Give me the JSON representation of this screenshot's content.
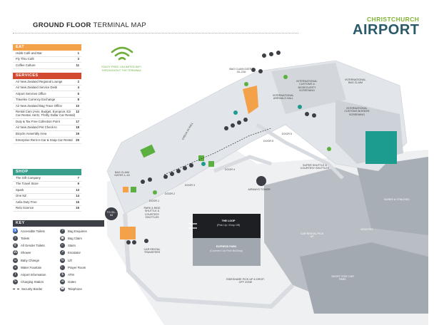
{
  "header": {
    "title_bold": "GROUND FLOOR",
    "title_rest": " TERMINAL MAP",
    "logo_top": "CHRISTCHURCH",
    "logo_main": "AIRPORT"
  },
  "legend": {
    "eat": {
      "heading": "EAT",
      "items": [
        {
          "name": "Hubb Café and Bar",
          "num": "1"
        },
        {
          "name": "Fly Thru Café",
          "num": "3"
        },
        {
          "name": "Coffee Culture",
          "num": "11"
        }
      ]
    },
    "services": {
      "heading": "SERVICES",
      "items": [
        {
          "name": "Air New Zealand Regional Lounge",
          "num": "2"
        },
        {
          "name": "Air New Zealand Service Desk",
          "num": "4"
        },
        {
          "name": "Airport Services Office",
          "num": "5"
        },
        {
          "name": "Travelex Currency Exchange",
          "num": "8"
        },
        {
          "name": "Air New Zealand Bag Trace Office",
          "num": "10"
        },
        {
          "name": "Rental Cars (Avis, Budget, Europcar, Ezi Car Rental, Hertz, Thrifty Dollar Car Rental)",
          "num": "12"
        },
        {
          "name": "Duty & Tax Free Collection Point",
          "num": "17"
        },
        {
          "name": "Air New Zealand Pet Check-In",
          "num": "18"
        },
        {
          "name": "Bicycle Assembly Area",
          "num": "19"
        },
        {
          "name": "Enterprise Rent-A-Car & Snap Car Rental",
          "num": "20"
        }
      ]
    },
    "shop": {
      "heading": "SHOP",
      "items": [
        {
          "name": "The Gift Company",
          "num": "7"
        },
        {
          "name": "The Travel Store",
          "num": "9"
        },
        {
          "name": "Spark",
          "num": "13"
        },
        {
          "name": "One NZ",
          "num": "14"
        },
        {
          "name": "Aelia Duty Free",
          "num": "15"
        },
        {
          "name": "Relo Science",
          "num": "16"
        }
      ]
    },
    "key": {
      "heading": "KEY",
      "items": [
        {
          "label": "Accessible Toilets",
          "icon": "accessible-toilet-icon",
          "glyph": "♿"
        },
        {
          "label": "Bag Enquiries",
          "icon": "bag-enquiries-icon",
          "glyph": "?"
        },
        {
          "label": "Toilets",
          "icon": "toilets-icon",
          "glyph": "♀"
        },
        {
          "label": "Bag Claim",
          "icon": "bag-claim-icon",
          "glyph": "▣"
        },
        {
          "label": "All Gender Toilets",
          "icon": "all-gender-toilets-icon",
          "glyph": "⚥"
        },
        {
          "label": "Stairs",
          "icon": "stairs-icon",
          "glyph": "⌐"
        },
        {
          "label": "Shower",
          "icon": "shower-icon",
          "glyph": "⁂"
        },
        {
          "label": "Escalator",
          "icon": "escalator-icon",
          "glyph": "↗"
        },
        {
          "label": "Baby Change",
          "icon": "baby-change-icon",
          "glyph": "☺"
        },
        {
          "label": "Lift",
          "icon": "lift-icon",
          "glyph": "⇅"
        },
        {
          "label": "Water Fountain",
          "icon": "water-fountain-icon",
          "glyph": "◒"
        },
        {
          "label": "Prayer Room",
          "icon": "prayer-room-icon",
          "glyph": "☾"
        },
        {
          "label": "Airport Information",
          "icon": "information-icon",
          "glyph": "i"
        },
        {
          "label": "ATM",
          "icon": "atm-icon",
          "glyph": "$"
        },
        {
          "label": "Charging Station",
          "icon": "charging-station-icon",
          "glyph": "ϟ"
        },
        {
          "label": "Gates",
          "icon": "gates-icon",
          "glyph": "➔"
        },
        {
          "label": "Security Border",
          "icon": "security-border-icon",
          "glyph": ""
        },
        {
          "label": "Telephone",
          "icon": "telephone-icon",
          "glyph": "☎"
        }
      ]
    }
  },
  "wifi": {
    "text": "ENJOY FREE, UNLIMITED WIFI THROUGHOUT THE TERMINAL"
  },
  "map_labels": {
    "bag_claim_upper": "BAG CLAIM GATES 16–22A",
    "intl_arrivals": "INTERNATIONAL ARRIVALS HALL",
    "intl_customs": "INTERNATIONAL CUSTOMS & BIOSECURITY SCREENING",
    "intl_bag_claim": "INTERNATIONAL BAG CLAIM",
    "intl_customs_lower": "INTERNATIONAL CUSTOMS BORDER SCREENING",
    "check_in": "CHECK IN HALL",
    "bag_claim_lower": "BAG CLAIM GATES 1–15",
    "to_gates": "TO G5–54",
    "shuttle": "SUPER SHUTTLE & COURTESY SHUTTLES",
    "airways_tower": "AIRWAYS TOWER",
    "park_ride": "PARK & RIDE SHUTTLE & COURTESY SHUTTLES",
    "car_rental_transfers": "CAR RENTAL TRANSFERS",
    "the_loop": "THE LOOP",
    "the_loop_sub": "(Pick Up / Drop Off)",
    "express_park": "EXPRESS PARK",
    "express_park_sub": "(Covered Car Park Building)",
    "car_rental_pickup": "CAR RENTAL PICK UP",
    "novotel": "NOVOTEL",
    "buses_coaches": "BUSES & COACHES",
    "short_stay": "SHORT STAY CAR PARK",
    "rideshare": "RIDESHARE PICK-UP & DROP-OFF ZONE",
    "door_labels": [
      "DOOR 1",
      "DOOR 2",
      "DOOR 3",
      "DOOR 4",
      "DOOR 5",
      "DOOR 6"
    ]
  },
  "colors": {
    "eat": "#f4a24a",
    "services": "#d2492f",
    "shop": "#3a9e8d",
    "key": "#3c4046",
    "green": "#5cb03f",
    "teal": "#1c9c8e",
    "building": "#e3e6ea",
    "parking": "#b7bcc3"
  }
}
